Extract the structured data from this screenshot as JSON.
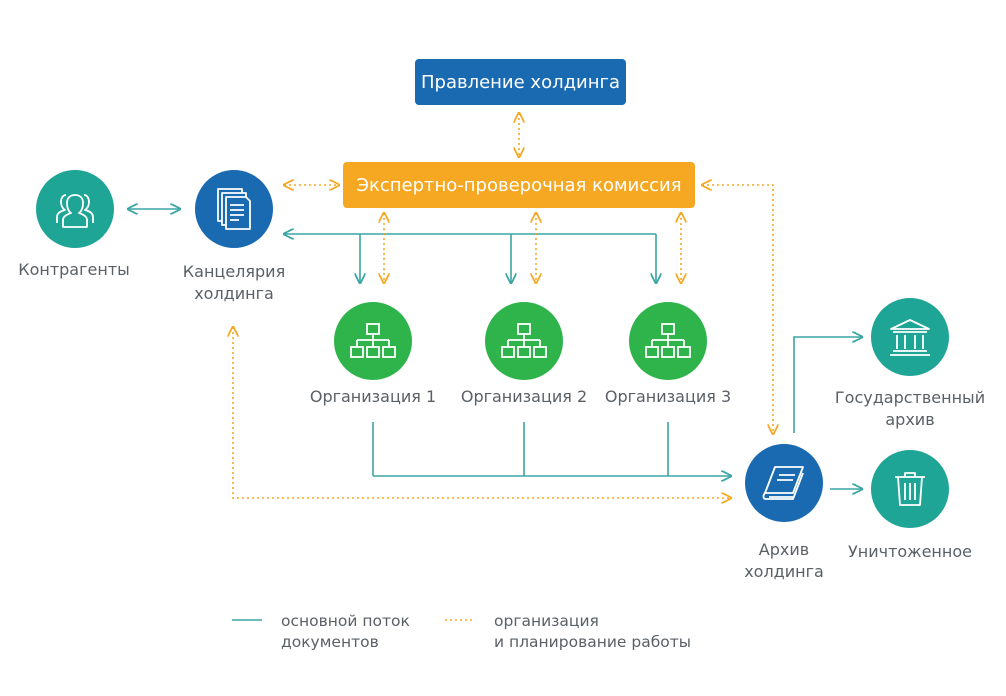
{
  "colors": {
    "blue": "#1a6ab1",
    "orange": "#f7a823",
    "teal": "#1fa596",
    "green": "#2fb44c",
    "main_flow_line": "#3aa5a3",
    "planning_line": "#f7a823",
    "label_text": "#5a6066"
  },
  "boxes": {
    "board": "Правление холдинга",
    "commission": "Экспертно-проверочная комиссия"
  },
  "nodes": {
    "counterparties": {
      "label": "Контрагенты",
      "icon": "people-icon"
    },
    "office": {
      "label_line1": "Канцелярия",
      "label_line2": "холдинга",
      "icon": "documents-icon"
    },
    "org1": {
      "label": "Организация 1",
      "icon": "org-structure-icon"
    },
    "org2": {
      "label": "Организация 2",
      "icon": "org-structure-icon"
    },
    "org3": {
      "label": "Организация 3",
      "icon": "org-structure-icon"
    },
    "holding_archive": {
      "label_line1": "Архив",
      "label_line2": "холдинга",
      "icon": "book-icon"
    },
    "state_archive": {
      "label_line1": "Государственный",
      "label_line2": "архив",
      "icon": "institution-icon"
    },
    "destroyed": {
      "label": "Уничтоженное",
      "icon": "trash-icon"
    }
  },
  "legend": {
    "main_flow_line1": "основной поток",
    "main_flow_line2": "документов",
    "planning_line1": "организация",
    "planning_line2": "и планирование работы"
  }
}
